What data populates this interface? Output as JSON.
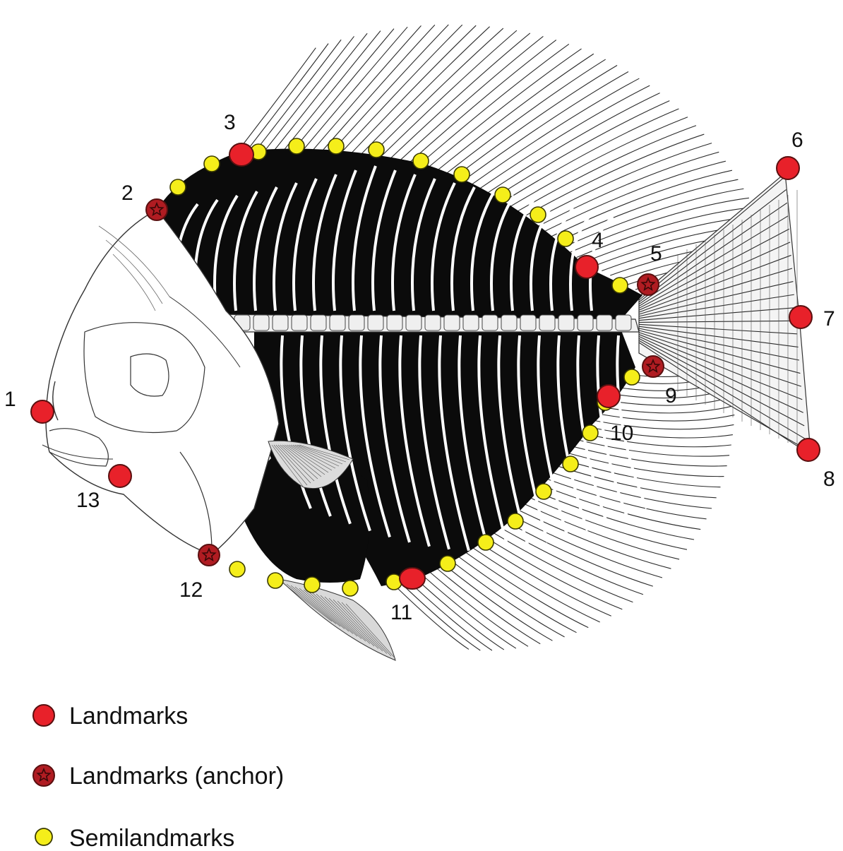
{
  "figure": {
    "subject": "fish skeleton lateral view with geometric morphometric landmarks",
    "colors": {
      "landmark": "#e8212a",
      "anchor": "#b01c22",
      "semilandmark": "#f5ee1a",
      "outline": "#5a1010",
      "bone": "#0b0b0b"
    }
  },
  "landmark_labels": [
    "1",
    "2",
    "3",
    "4",
    "5",
    "6",
    "7",
    "8",
    "9",
    "10",
    "11",
    "12",
    "13"
  ],
  "legend": {
    "landmarks": "Landmarks",
    "anchor": "Landmarks (anchor)",
    "semilandmarks": "Semilandmarks"
  }
}
